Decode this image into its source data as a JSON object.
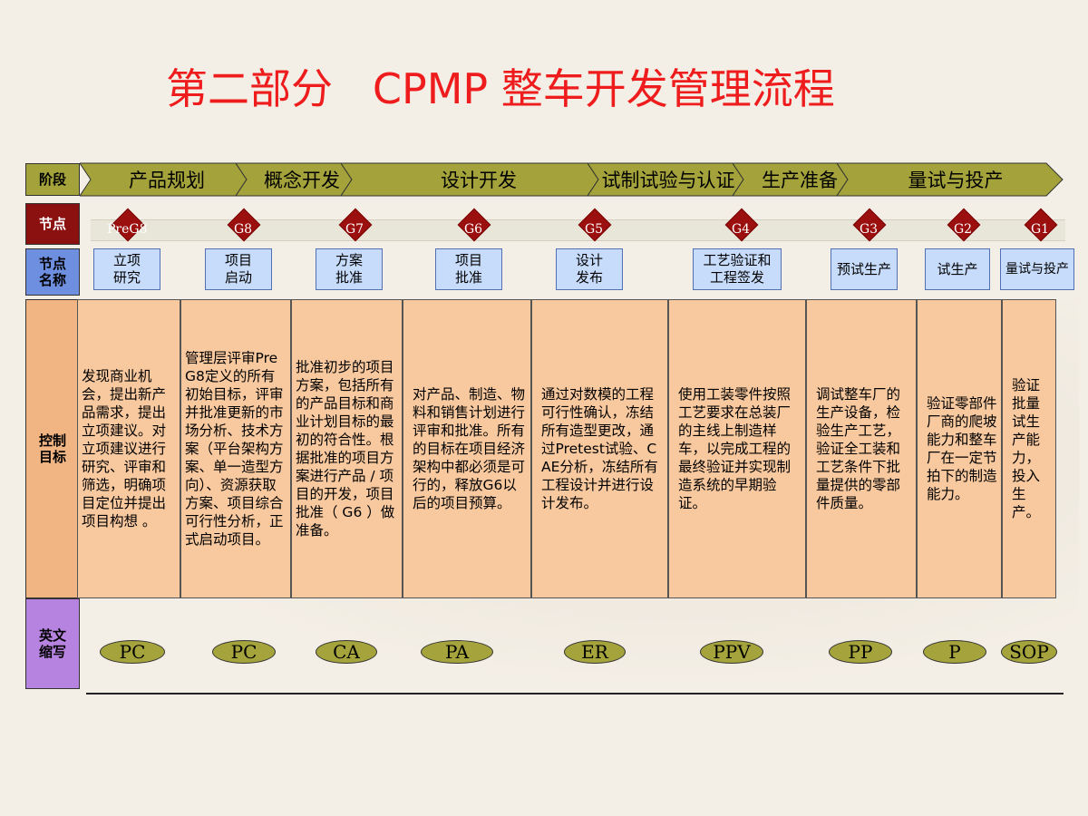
{
  "title": "第二部分   CPMP 整车开发管理流程",
  "row_labels": {
    "stage": "阶段",
    "node": "节点",
    "node_name": "节点名称",
    "control_goal": "控制目标",
    "abbreviation": "英文缩写"
  },
  "stages": [
    "产品规划",
    "概念开发",
    "设计开发",
    "试制试验与认证",
    "生产准备",
    "量试与投产"
  ],
  "gates": [
    "PreG8",
    "G8",
    "G7",
    "G6",
    "G5",
    "G4",
    "G3",
    "G2",
    "G1"
  ],
  "node_names": [
    "立项\n研究",
    "项目\n启动",
    "方案\n批准",
    "项目\n批准",
    "设计\n发布",
    "工艺验证和\n工程签发",
    "预试生产",
    "试生产",
    "量试与投产"
  ],
  "control_goals": [
    "发现商业机会，提出新产品需求，提出立项建议。对立项建议进行研究、评审和筛选，明确项目定位并提出项目构想 。",
    "管理层评审PreG8定义的所有初始目标，评审并批准更新的市场分析、技术方案（平台架构方案、单一造型方向）、资源获取方案、项目综合可行性分析，正式启动项目。",
    "批准初步的项目方案，包括所有的产品目标和商业计划目标的最初的符合性。根据批准的项目方案进行产品 / 项目的开发，项目批准（ G6 ）做准备。",
    "对产品、制造、物料和销售计划进行评审和批准。所有的目标在项目经济架构中都必须是可行的，释放G6以后的项目预算。",
    "通过对数模的工程可行性确认，冻结所有造型更改，通过Pretest试验、CAE分析，冻结所有工程设计并进行设计发布。",
    "使用工装零件按照工艺要求在总装厂的主线上制造样车，以完成工程的最终验证并实现制造系统的早期验证。",
    "调试整车厂的生产设备，检验生产工艺，验证全工装和工艺条件下批量提供的零部件质量。",
    "验证零部件厂商的爬坡能力和整车厂在一定节拍下的制造能力。",
    "验证批量试生产能力，投入生产。"
  ],
  "abbreviations": [
    "PC",
    "PC",
    "CA",
    "PA",
    "ER",
    "PPV",
    "PP",
    "P",
    "SOP"
  ],
  "colors": {
    "title": "#ee1c1c",
    "stage_band": "#a4a23a",
    "gate": "#9b0f0f",
    "node_name_bg": "#c7dcfb",
    "control_bg": "#f8c89e",
    "abbr_bg": "#a5a33b",
    "abbr_label_bg": "#b683e0"
  }
}
